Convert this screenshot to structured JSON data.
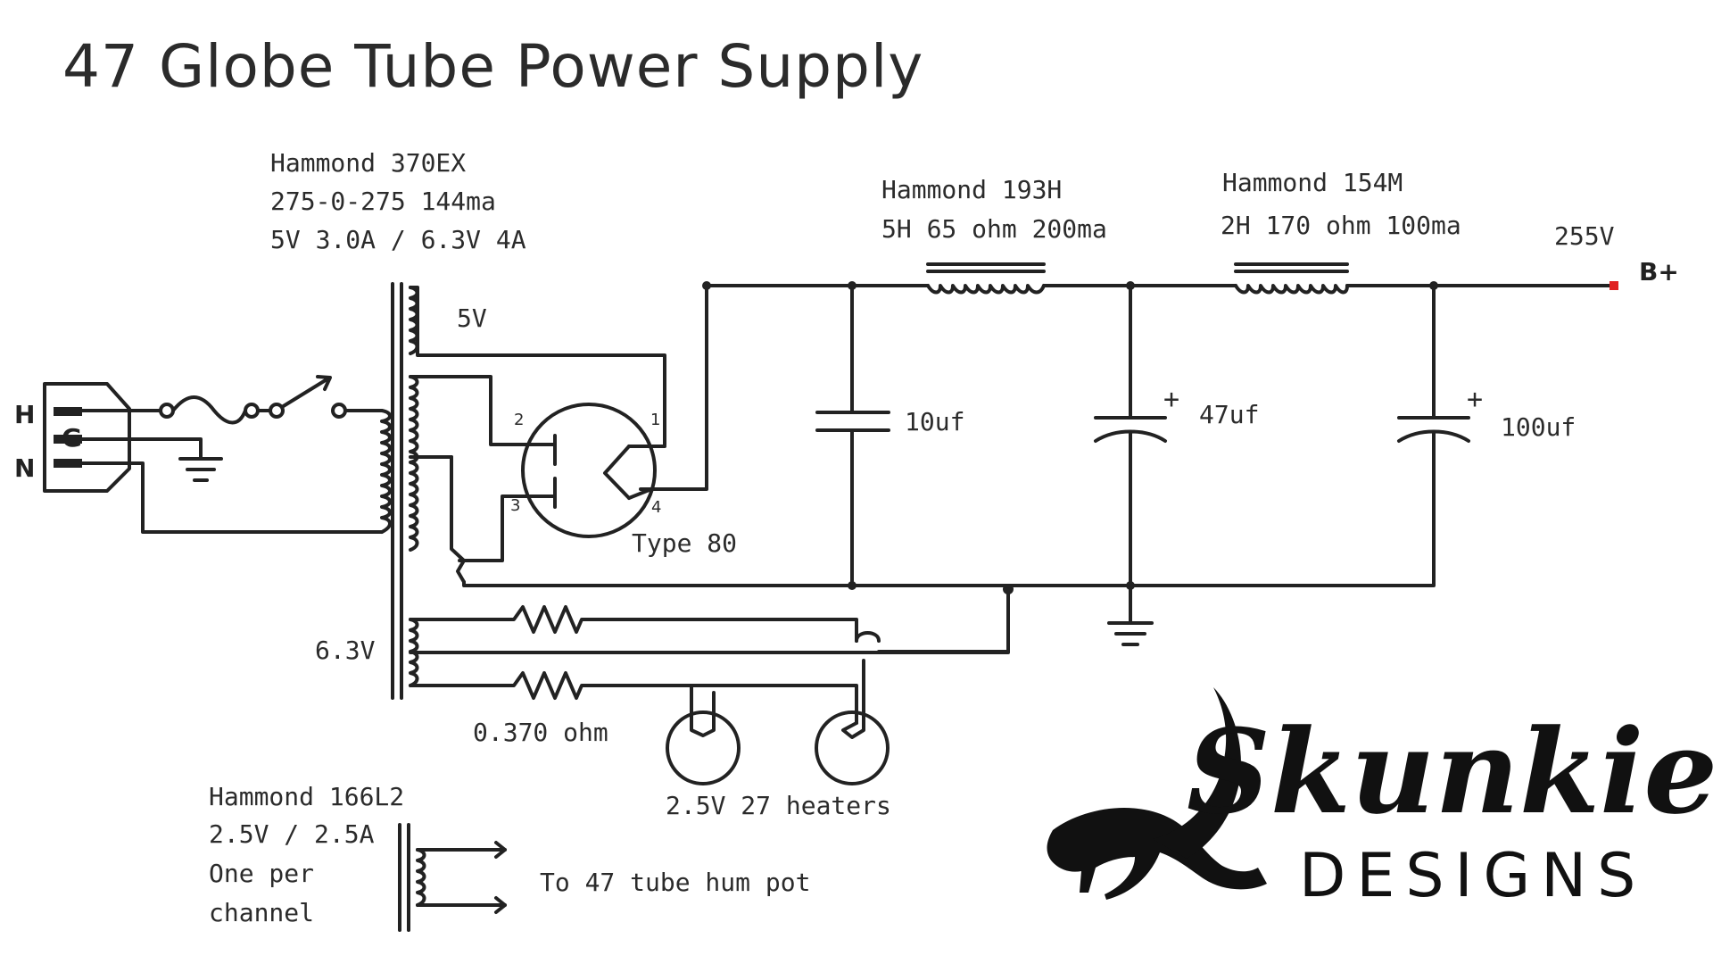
{
  "title": "47 Globe Tube Power Supply",
  "power_transformer": {
    "model": "Hammond 370EX",
    "rating_hv": "275-0-275 144ma",
    "rating_lv": "5V 3.0A / 6.3V 4A"
  },
  "winding_5v": "5V",
  "winding_63v": "6.3V",
  "mains": {
    "hot": "H",
    "ground": "G",
    "neutral": "N"
  },
  "rectifier": {
    "type": "Type 80",
    "pins": [
      "1",
      "2",
      "3",
      "4"
    ]
  },
  "choke1": {
    "model": "Hammond 193H",
    "spec": "5H 65 ohm 200ma"
  },
  "choke2": {
    "model": "Hammond 154M",
    "spec": "2H 170 ohm 100ma"
  },
  "output": {
    "voltage": "255V",
    "label": "B+"
  },
  "capacitors": {
    "c1": "10uf",
    "c2": "47uf",
    "c3": "100uf",
    "plus": "+"
  },
  "resistor_label": "0.370 ohm",
  "heaters_label": "2.5V 27 heaters",
  "filament_transformer": {
    "model": "Hammond 166L2",
    "rating": "2.5V / 2.5A",
    "note_line1": "One per",
    "note_line2": "channel"
  },
  "hum_pot_label": "To 47 tube hum pot",
  "logo": {
    "brand": "Skunkie",
    "sub": "DESIGNS"
  },
  "colors": {
    "ink": "#222222",
    "output_dot": "#e02020",
    "background": "#ffffff"
  }
}
